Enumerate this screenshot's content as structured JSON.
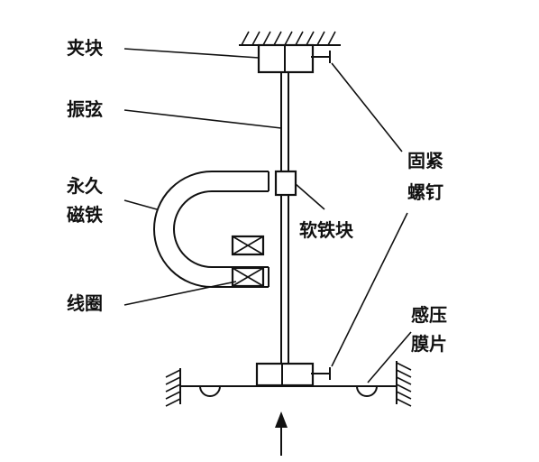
{
  "labels": {
    "clamp_block": "夹块",
    "vibrating_string": "振弦",
    "permanent_magnet_1": "永久",
    "permanent_magnet_2": "磁铁",
    "coil": "线圈",
    "soft_iron_block": "软铁块",
    "fixing_screw_1": "固紧",
    "fixing_screw_2": "螺钉",
    "pressure_diaphragm_1": "感压",
    "pressure_diaphragm_2": "膜片"
  }
}
